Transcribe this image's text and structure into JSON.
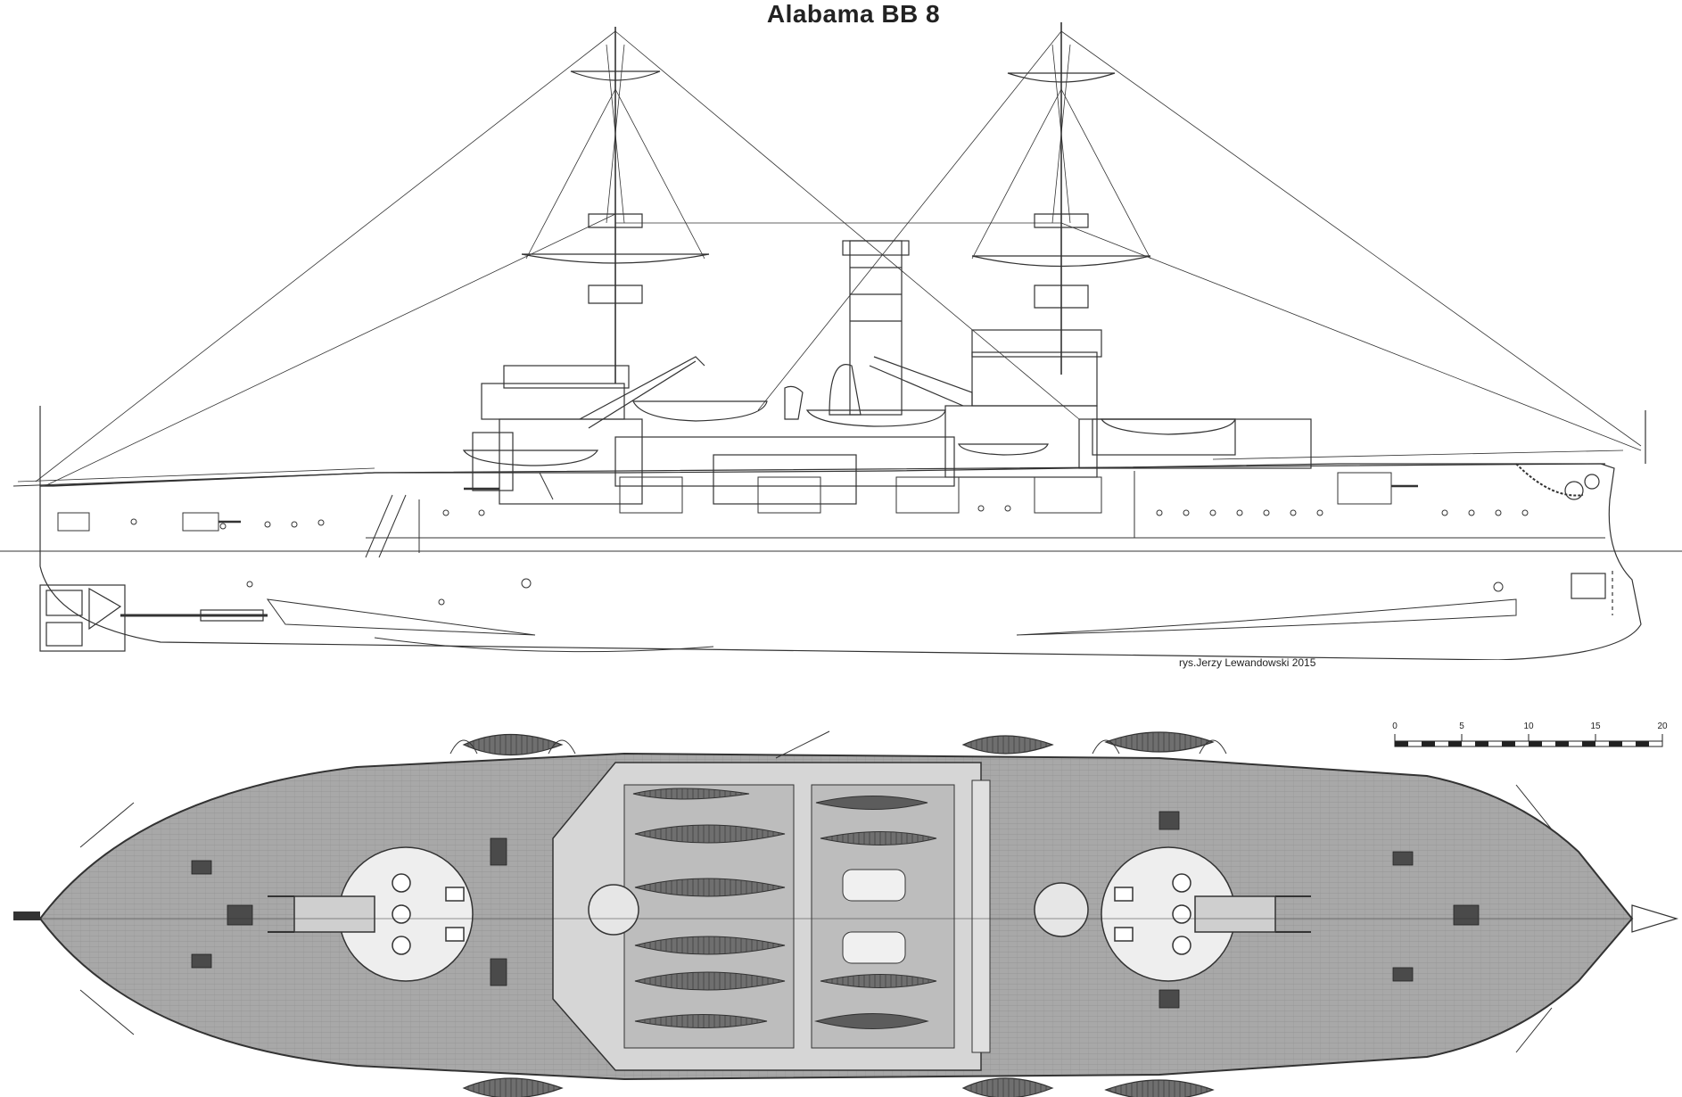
{
  "title": "Alabama  BB 8",
  "credit": "rys.Jerzy Lewandowski 2015",
  "scale": {
    "ticks": [
      "0",
      "5",
      "10",
      "15",
      "20"
    ]
  },
  "colors": {
    "ink": "#333333",
    "deck": "#a8a8a8",
    "deck_dark": "#8a8a8a",
    "boat": "#6f6f6f"
  }
}
